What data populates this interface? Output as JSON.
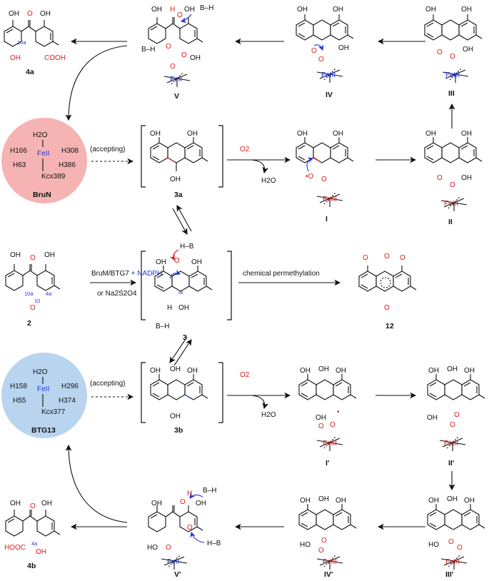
{
  "compounds": {
    "c4a": "4a",
    "cV": "V",
    "cIV": "IV",
    "cIII": "III",
    "c3a": "3a",
    "cI": "I",
    "cII": "II",
    "c2": "2",
    "c3": "3",
    "c12": "12",
    "c3b": "3b",
    "cIp": "I'",
    "cIIp": "II'",
    "c4b": "4b",
    "cVp": "V'",
    "cIVp": "IV'",
    "cIIIp": "III'"
  },
  "enzymes": {
    "bruN": {
      "name": "BruN",
      "top": "H2O",
      "fe": "FeII",
      "h_left": "H166",
      "h_right": "H308",
      "h_bl": "H63",
      "h_br": "H386",
      "kcx": "Kcx389",
      "color": "#f6b3b3"
    },
    "btg13": {
      "name": "BTG13",
      "top": "H2O",
      "fe": "FeII",
      "h_left": "H158",
      "h_right": "H296",
      "h_bl": "H55",
      "h_br": "H374",
      "kcx": "Kcx377",
      "color": "#b8d4ef"
    }
  },
  "conditions": {
    "accepting_top": "(accepting)",
    "accepting_bottom": "(accepting)",
    "o2_top": "O2",
    "h2o_top": "H2O",
    "o2_bottom": "O2",
    "h2o_bottom": "H2O",
    "reduce_line1": "BruM/BTG7",
    "reduce_plus": "+ NADPH",
    "reduce_line2": "or Na2S2O4",
    "permethylation": "chemical permethylation"
  },
  "atoms": {
    "OH": "OH",
    "O": "O",
    "COOH": "COOH",
    "HOOC": "HOOC",
    "BH": "B–H",
    "HB": "H–B",
    "feII": "FeII",
    "feIII": "FeIII",
    "label10a": "10a",
    "label4a": "4a",
    "label10": "10",
    "or": "or"
  }
}
